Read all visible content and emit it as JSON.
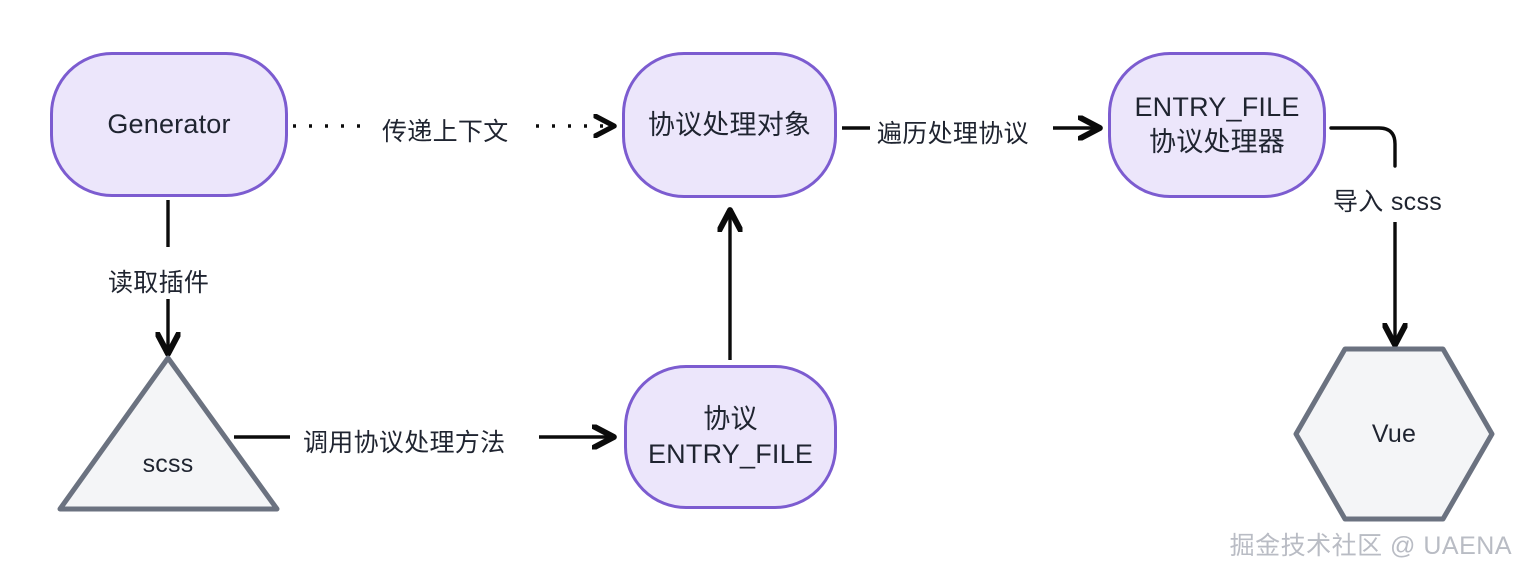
{
  "diagram": {
    "type": "flowchart",
    "title": "",
    "background": "#ffffff",
    "colors": {
      "node_fill_purple": "#ece6fb",
      "node_stroke_purple": "#7c5cd0",
      "node_fill_gray": "#f4f5f7",
      "node_stroke_gray": "#6b7280",
      "edge_stroke": "#0b0b0b",
      "text": "#1f2430",
      "watermark": "#b9bcc4"
    },
    "nodes": [
      {
        "id": "generator",
        "shape": "rounded-rect",
        "label": "Generator",
        "style": "purple"
      },
      {
        "id": "scss-file",
        "shape": "triangle",
        "label": "scss",
        "style": "gray"
      },
      {
        "id": "proto-object",
        "shape": "rounded-rect",
        "label": "协议处理对象",
        "style": "purple"
      },
      {
        "id": "proto-entry",
        "shape": "rounded-rect",
        "label": "协议\nENTRY_FILE",
        "style": "purple"
      },
      {
        "id": "entry-handler",
        "shape": "rounded-rect",
        "label": "ENTRY_FILE\n协议处理器",
        "style": "purple"
      },
      {
        "id": "vue",
        "shape": "hexagon",
        "label": "Vue",
        "style": "gray"
      }
    ],
    "edges": [
      {
        "id": "e1",
        "from": "generator",
        "to": "proto-object",
        "label": "传递上下文",
        "line": "dotted",
        "arrow": "end"
      },
      {
        "id": "e2",
        "from": "proto-object",
        "to": "entry-handler",
        "label": "遍历处理协议",
        "line": "solid",
        "arrow": "end"
      },
      {
        "id": "e3",
        "from": "generator",
        "to": "scss-file",
        "label": "读取插件",
        "line": "solid",
        "arrow": "end"
      },
      {
        "id": "e4",
        "from": "scss-file",
        "to": "proto-entry",
        "label": "调用协议处理方法",
        "line": "solid",
        "arrow": "end"
      },
      {
        "id": "e5",
        "from": "proto-entry",
        "to": "proto-object",
        "label": "",
        "line": "solid",
        "arrow": "end"
      },
      {
        "id": "e6",
        "from": "entry-handler",
        "to": "vue",
        "label": "导入 scss",
        "line": "solid",
        "arrow": "end"
      }
    ]
  },
  "watermark": {
    "text": "掘金技术社区 @ UAENA"
  }
}
